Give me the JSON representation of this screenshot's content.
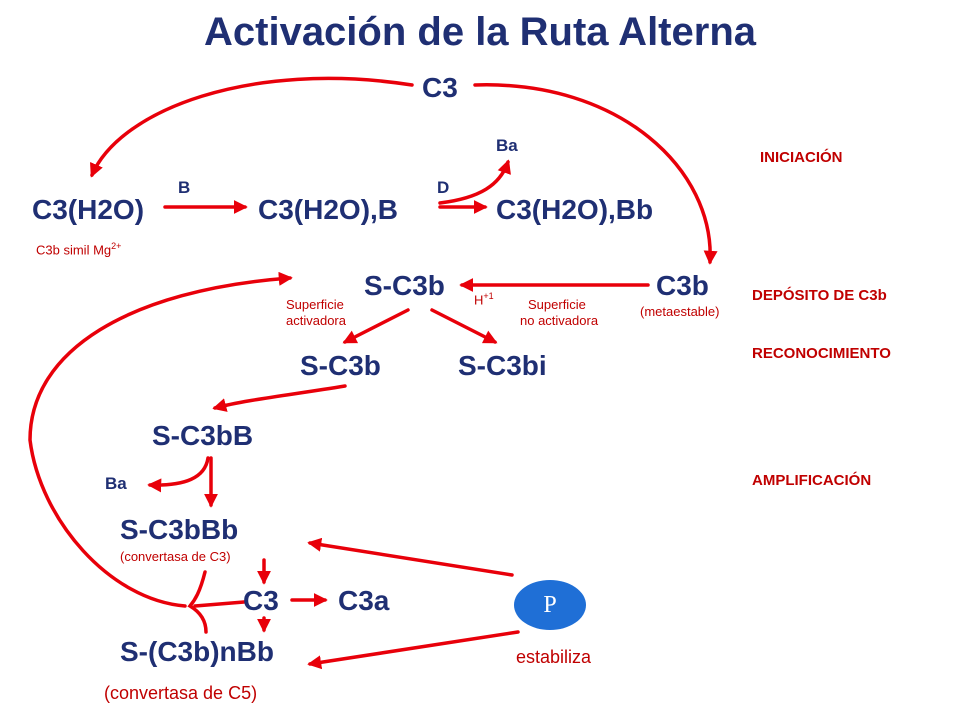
{
  "title": "Activación de la Ruta Alterna",
  "nodes": {
    "c3_top": "C3",
    "ba_top": "Ba",
    "b_label": "B",
    "d_label": "D",
    "c3h2o": "C3(H2O)",
    "c3h2o_b": "C3(H2O),B",
    "c3h2o_bb": "C3(H2O),Bb",
    "c3b_simil": "C3b simil Mg",
    "c3b_simil_sup": "2+",
    "s_c3b_top": "S-C3b",
    "c3b": "C3b",
    "h_label": "H",
    "h_sup": "+1",
    "metaestable": "(metaestable)",
    "sup_activadora_1": "Superficie",
    "sup_activadora_2": "activadora",
    "sup_no_act_1": "Superficie",
    "sup_no_act_2": "no activadora",
    "s_c3b": "S-C3b",
    "s_c3bi": "S-C3bi",
    "s_c3bb": "S-C3bB",
    "ba_mid": "Ba",
    "s_c3bbb": "S-C3bBb",
    "conv_c3": "(convertasa de C3)",
    "c3_low": "C3",
    "c3a": "C3a",
    "s_c3bnbb": "S-(C3b)nBb",
    "conv_c5": "(convertasa de C5)",
    "p": "P",
    "estabiliza": "estabiliza"
  },
  "stages": [
    "INICIACIÓN",
    "DEPÓSITO DE C3b",
    "RECONOCIMIENTO",
    "AMPLIFICACIÓN"
  ],
  "colors": {
    "text_dark": "#1f2f73",
    "arrow_red": "#e8000a",
    "label_red": "#c00000",
    "p_blue": "#1f6fd6"
  }
}
